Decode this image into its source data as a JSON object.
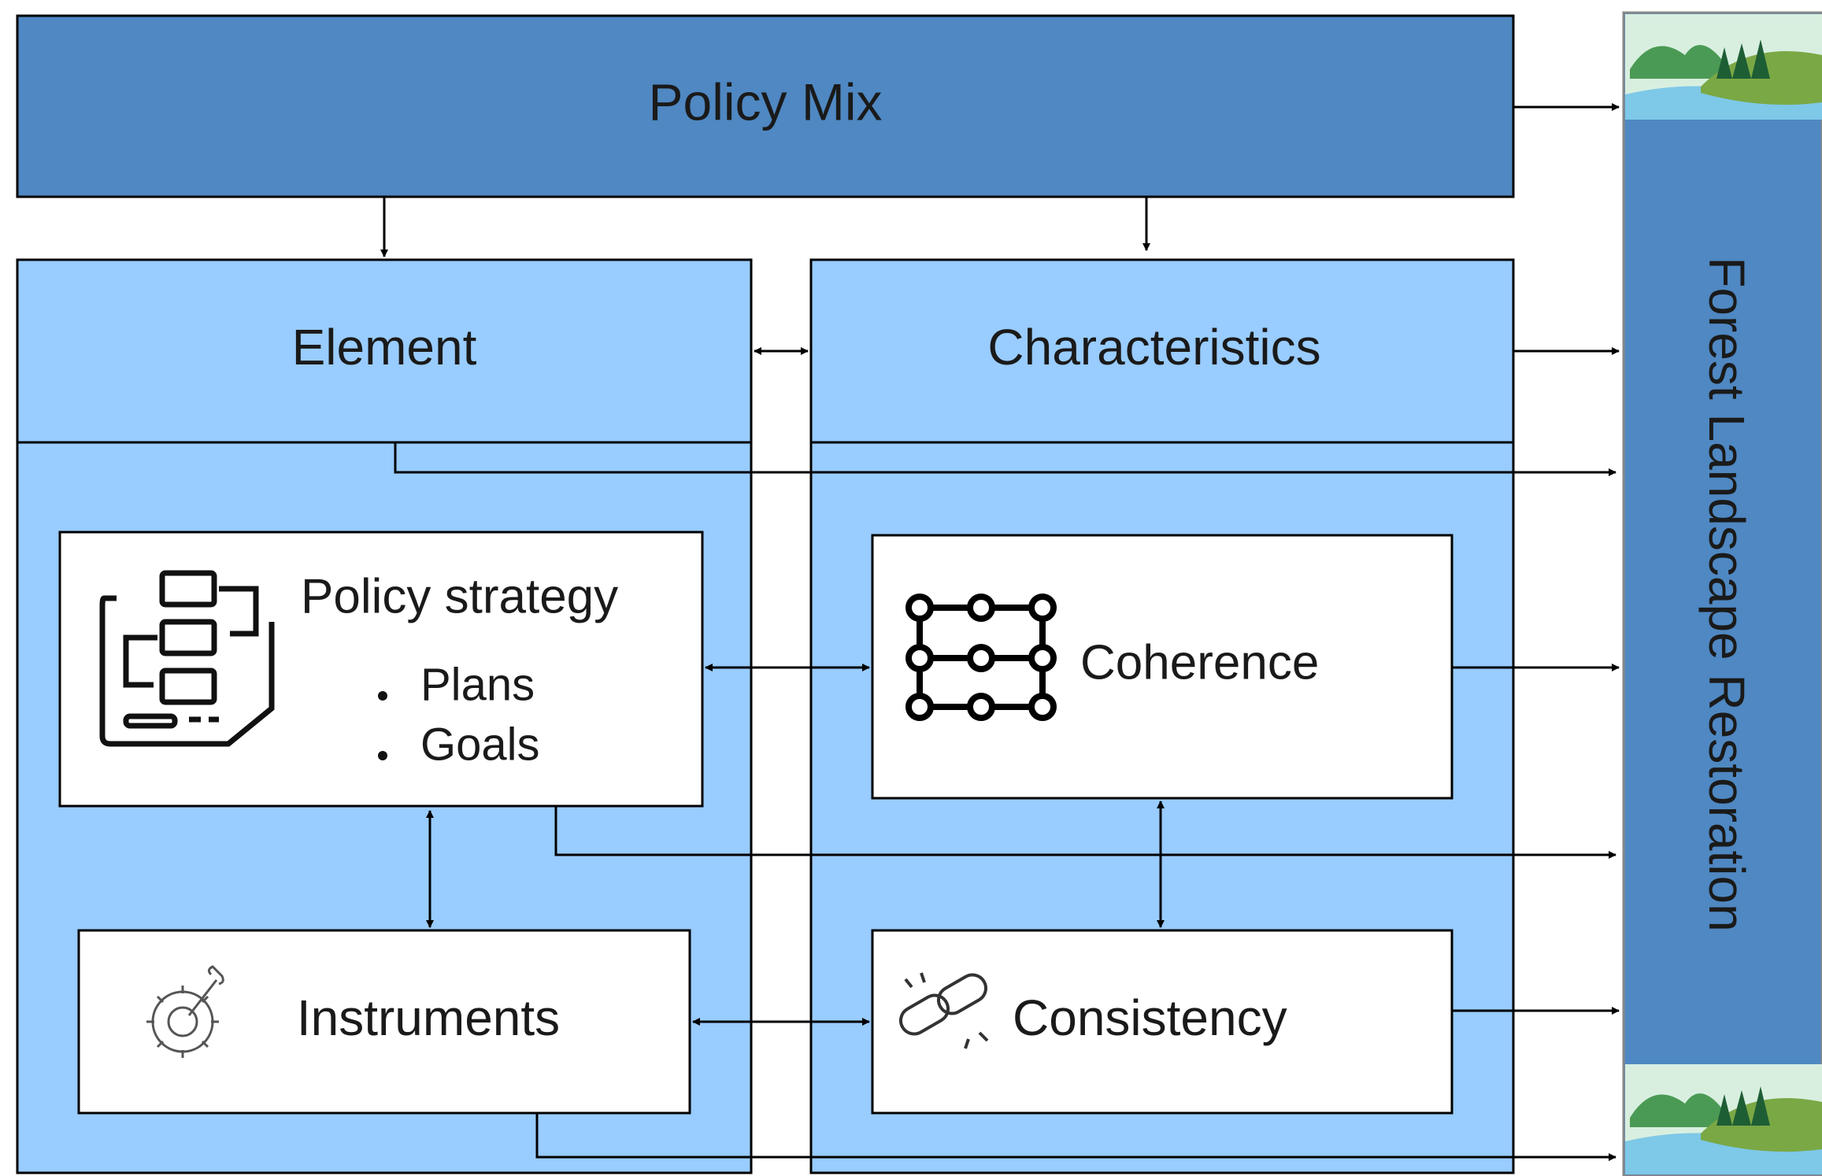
{
  "diagram": {
    "policy_mix": "Policy Mix",
    "element": "Element",
    "characteristics": "Characteristics",
    "forest_landscape_restoration": "Forest Landscape Restoration",
    "policy_strategy": {
      "title": "Policy strategy",
      "bullets": [
        "Plans",
        "Goals"
      ]
    },
    "instruments": "Instruments",
    "coherence": "Coherence",
    "consistency": "Consistency"
  },
  "icons": {
    "policy_strategy": "flowchart-document-icon",
    "instruments": "gear-wrench-icon",
    "coherence": "node-grid-icon",
    "consistency": "broken-chain-link-icon",
    "landscape": "landscape-illustration-icon"
  },
  "colors": {
    "policy_mix_fill": "#4f88c2",
    "panel_fill": "#99ccff",
    "fl_restoration_fill": "#4f88c2",
    "box_fill": "#ffffff",
    "stroke": "#000000"
  }
}
